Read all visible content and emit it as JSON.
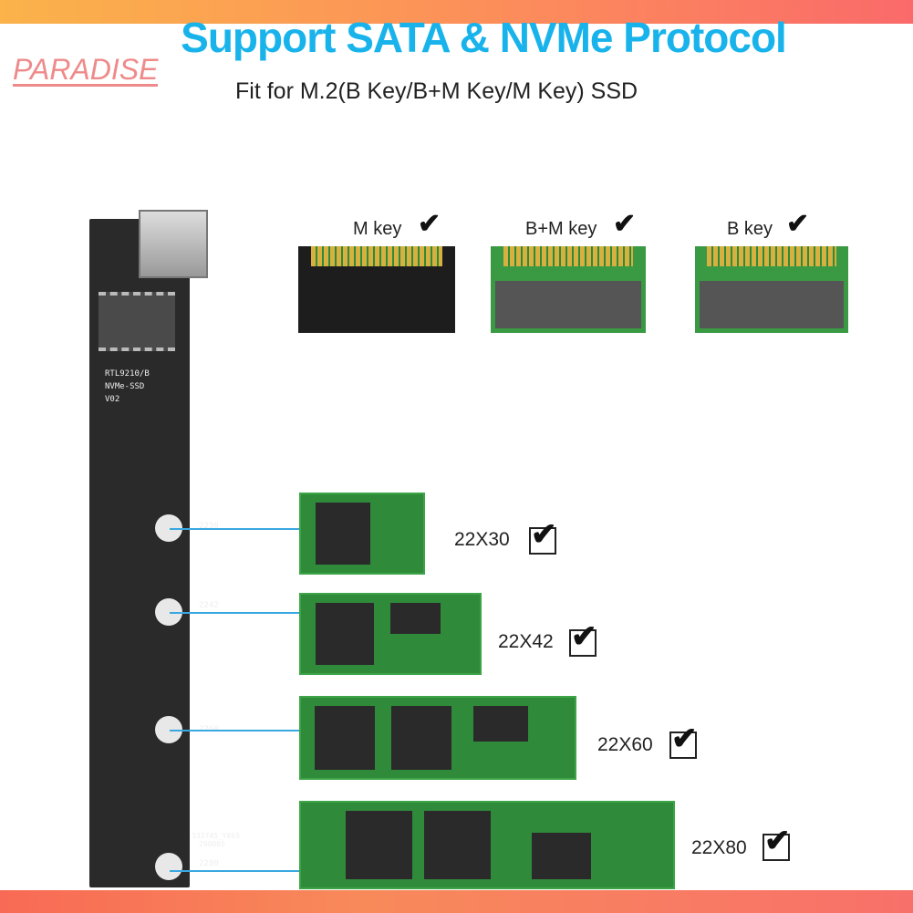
{
  "header": {
    "title": "Support SATA & NVMe Protocol",
    "subtitle": "Fit for M.2(B Key/B+M Key/M Key) SSD"
  },
  "watermark": "PARADISE",
  "board": {
    "chip_label": "RTL9210/B",
    "type_label": "NVMe-SSD",
    "version": "V02",
    "serial": "333745_Y865",
    "date": "200805",
    "positions": [
      "2230",
      "2242",
      "2260",
      "2280"
    ]
  },
  "keys": [
    {
      "label": "M key",
      "supported": true
    },
    {
      "label": "B+M key",
      "supported": true
    },
    {
      "label": "B key",
      "supported": true
    }
  ],
  "sizes": [
    {
      "label": "22X30",
      "supported": true
    },
    {
      "label": "22X42",
      "supported": true
    },
    {
      "label": "22X60",
      "supported": true
    },
    {
      "label": "22X80",
      "supported": true
    }
  ],
  "icons": {
    "check": "✔"
  },
  "colors": {
    "title": "#19b3ec",
    "band": "#fa8a5a",
    "pcb": "#2f8a3a",
    "pointer": "#3aa8e0"
  }
}
